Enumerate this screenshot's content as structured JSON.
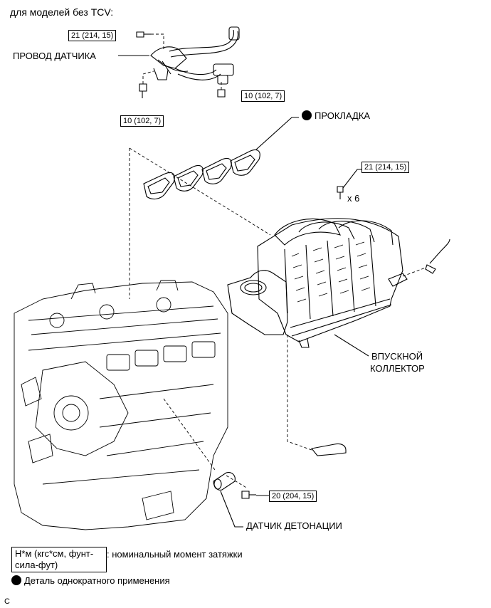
{
  "header": {
    "title": "для моделей без TCV:"
  },
  "torques": {
    "sensor_bolt_top": "21 (214, 15)",
    "sensor_bolt_left": "10 (102, 7)",
    "sensor_bolt_right": "10 (102, 7)",
    "manifold_bolts": "21 (214, 15)",
    "knock_sensor_bolt": "20 (204, 15)"
  },
  "labels": {
    "sensor_wire": "ПРОВОД ДАТЧИКА",
    "gasket": "ПРОКЛАДКА",
    "qty": "x 6",
    "intake_manifold_line1": "ВПУСКНОЙ",
    "intake_manifold_line2": "КОЛЛЕКТОР",
    "knock_sensor": "ДАТЧИК ДЕТОНАЦИИ"
  },
  "legend": {
    "torque_unit_line1": "Н*м (кгс*см, фунт-",
    "torque_unit_line2": "сила-фут)",
    "torque_desc": ": номинальный момент затяжки",
    "non_reusable": "Деталь однократного применения"
  },
  "footer": {
    "code": "C"
  }
}
